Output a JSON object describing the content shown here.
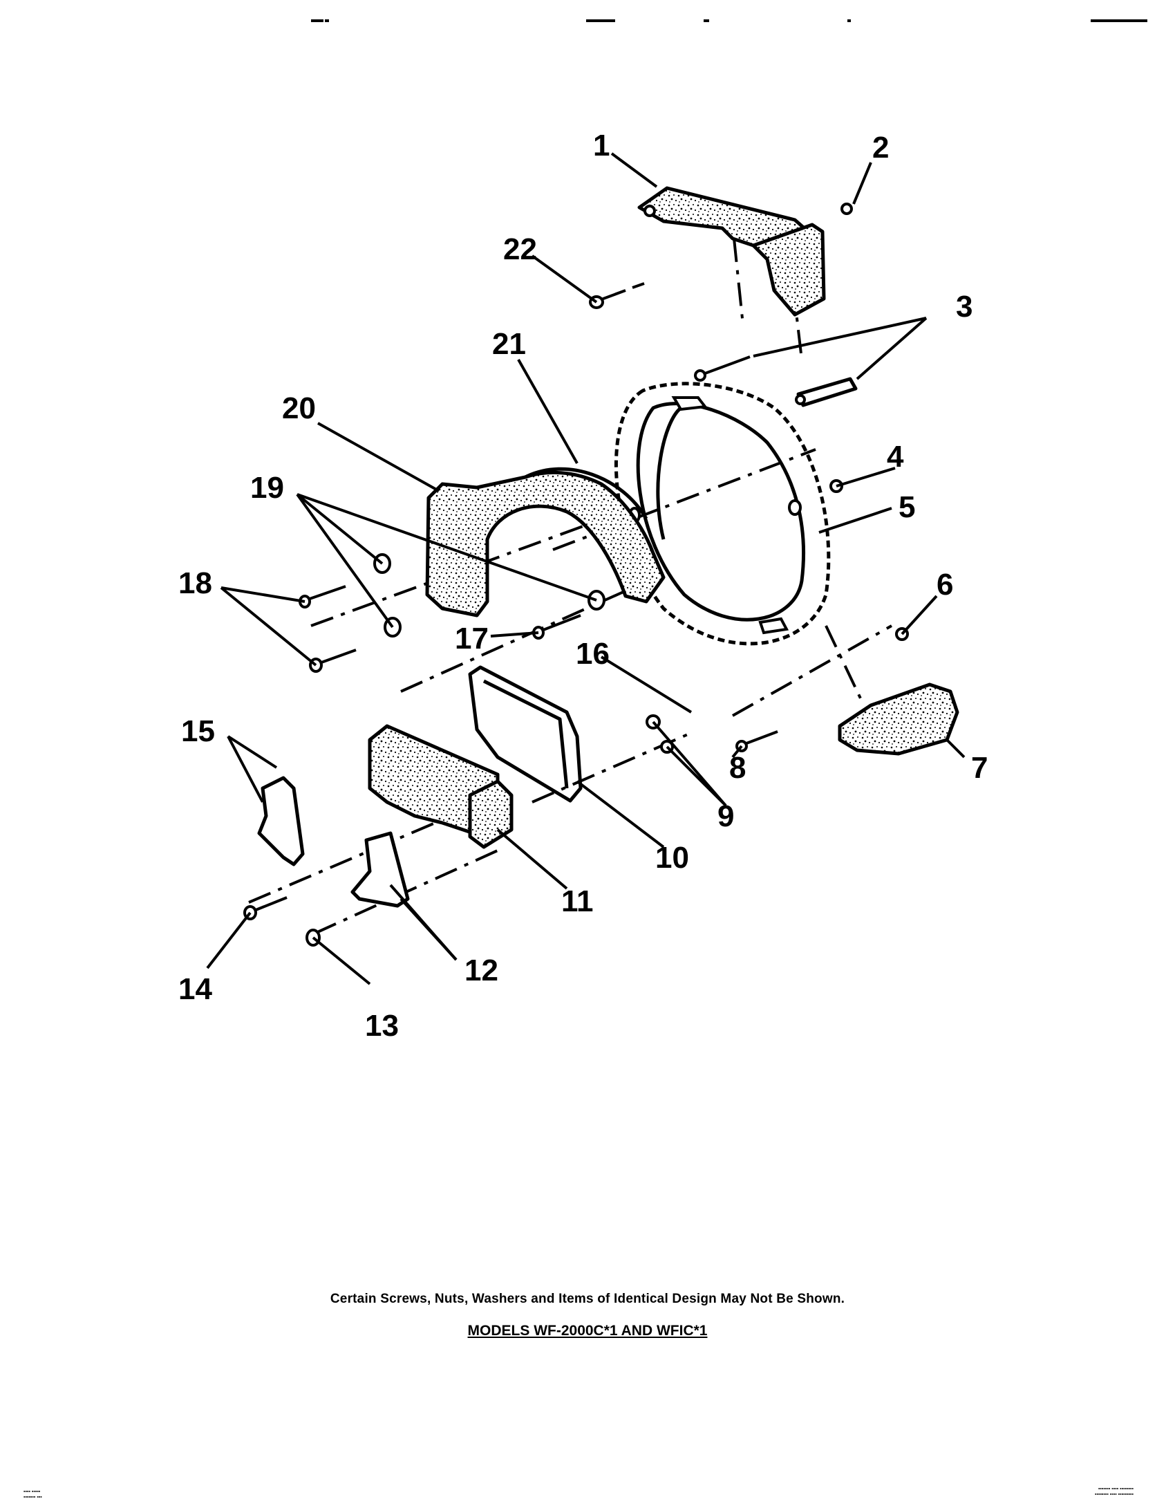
{
  "callouts": [
    "1",
    "2",
    "3",
    "4",
    "5",
    "6",
    "7",
    "8",
    "9",
    "10",
    "11",
    "12",
    "13",
    "14",
    "15",
    "16",
    "17",
    "18",
    "19",
    "20",
    "21",
    "22"
  ],
  "footer": {
    "note": "Certain Screws, Nuts, Washers and Items of Identical Design May Not Be Shown.",
    "model": "MODELS WF-2000C*1 AND WFIC*1"
  }
}
